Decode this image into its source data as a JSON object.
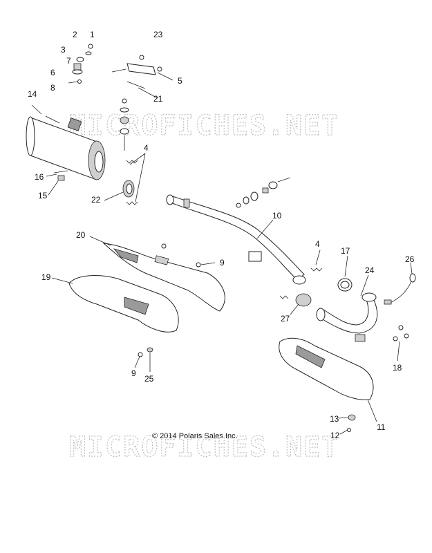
{
  "watermark": {
    "top": "MICROFICHES.NET",
    "bottom": "MICROFICHES.NET"
  },
  "copyright": "© 2014 Polaris Sales Inc.",
  "callouts": {
    "c1": "1",
    "c2": "2",
    "c3": "3",
    "c4a": "4",
    "c4b": "4",
    "c5": "5",
    "c6": "6",
    "c7": "7",
    "c8": "8",
    "c9a": "9",
    "c9b": "9",
    "c10": "10",
    "c11": "11",
    "c12": "12",
    "c13": "13",
    "c14": "14",
    "c15": "15",
    "c16": "16",
    "c17": "17",
    "c18": "18",
    "c19": "19",
    "c20": "20",
    "c21": "21",
    "c22": "22",
    "c23": "23",
    "c24": "24",
    "c25": "25",
    "c26": "26",
    "c27": "27"
  },
  "colors": {
    "line": "#222222",
    "shade": "#9a9a9a",
    "watermark": "#bdbdbd"
  }
}
